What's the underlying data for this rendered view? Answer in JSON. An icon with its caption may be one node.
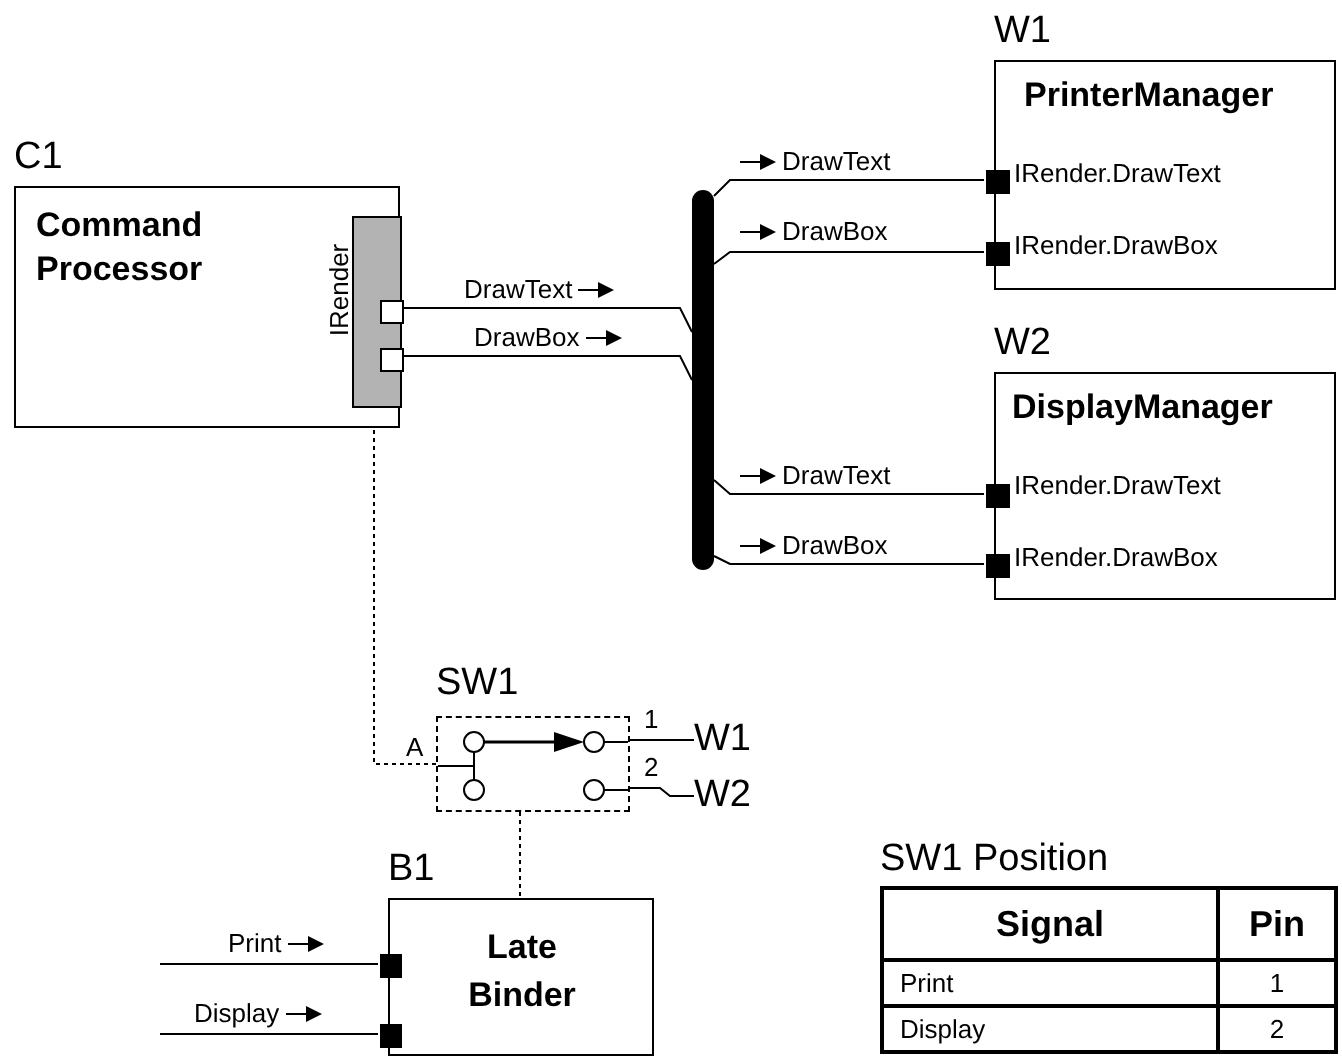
{
  "diagram": {
    "nodes": [
      {
        "text": [
          "C1",
          "Command Processor"
        ]
      },
      {
        "text": [
          "IRender"
        ],
        "in": 0
      },
      {
        "text": [],
        "shape": "box",
        "in": 1
      },
      {
        "text": [],
        "shape": "box",
        "in": 1
      },
      {
        "text": [],
        "shape": "bar"
      },
      {
        "text": [
          "W1",
          "PrinterManager",
          "IRender.DrawText",
          "IRender.DrawBox"
        ]
      },
      {
        "text": [],
        "shape": "box",
        "in": 5
      },
      {
        "text": [],
        "shape": "box",
        "in": 5
      },
      {
        "text": [
          "W2",
          "DisplayManager",
          "IRender.DrawText",
          "IRender.DrawBox"
        ]
      },
      {
        "text": [],
        "shape": "box",
        "in": 8
      },
      {
        "text": [],
        "shape": "box",
        "in": 8
      },
      {
        "text": [
          "SW1"
        ]
      },
      {
        "text": [
          "W1"
        ]
      },
      {
        "text": [
          "W2"
        ]
      },
      {
        "text": [
          "B1",
          "Late Binder"
        ]
      },
      {
        "text": [],
        "shape": "box",
        "in": 14
      },
      {
        "text": [],
        "shape": "box",
        "in": 14
      }
    ],
    "edges": [
      {
        "from": 2,
        "to": 4,
        "arrow": "none",
        "label": "DrawText"
      },
      {
        "from": 3,
        "to": 4,
        "arrow": "none",
        "label": "DrawBox"
      },
      {
        "from": 4,
        "to": 6,
        "arrow": "none",
        "label": "DrawText"
      },
      {
        "from": 4,
        "to": 7,
        "arrow": "none",
        "label": "DrawBox"
      },
      {
        "from": 4,
        "to": 9,
        "arrow": "none",
        "label": "DrawText"
      },
      {
        "from": 4,
        "to": 10,
        "arrow": "none",
        "label": "DrawBox"
      },
      {
        "from": 1,
        "to": 11,
        "arrow": "none",
        "label": "A",
        "style": "dashed"
      },
      {
        "from": 11,
        "to": 12,
        "arrow": "none",
        "label": "1"
      },
      {
        "from": 11,
        "to": 13,
        "arrow": "none",
        "label": "2"
      },
      {
        "from": 11,
        "to": 14,
        "arrow": "none",
        "style": "dashed"
      },
      {
        "from": null,
        "to": 15,
        "arrow": "none",
        "label": "Print"
      },
      {
        "from": null,
        "to": 16,
        "arrow": "none",
        "label": "Display"
      }
    ],
    "labels": [
      "SW1 Position",
      "Signal",
      "Pin",
      "Print",
      "1",
      "Display",
      "2"
    ]
  }
}
